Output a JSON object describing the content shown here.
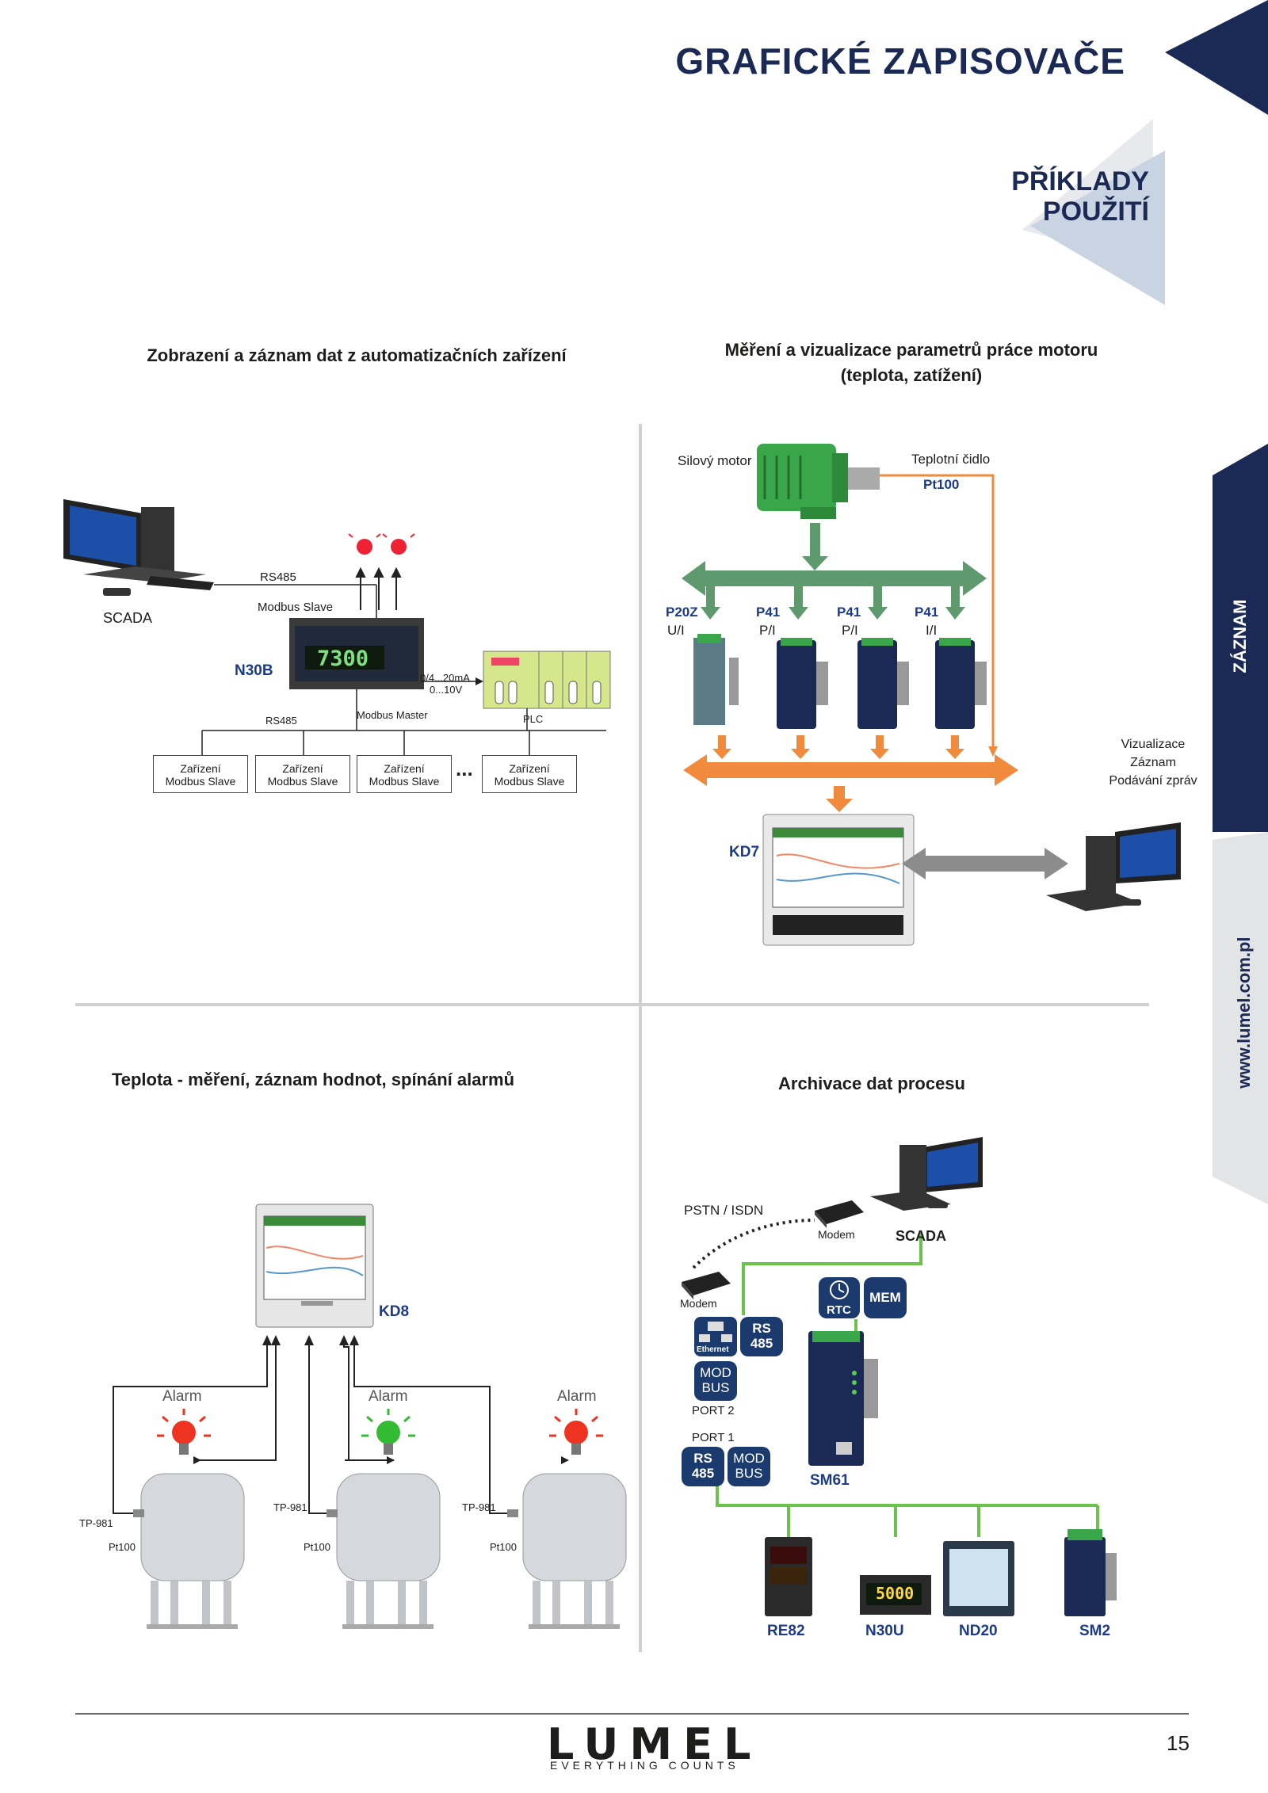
{
  "header": {
    "title": "GRAFICKÉ ZAPISOVAČE",
    "subtitle_line1": "PŘÍKLADY",
    "subtitle_line2": "POUŽITÍ"
  },
  "side": {
    "tab_label": "ZÁZNAM",
    "website": "www.lumel.com.pl"
  },
  "sections": {
    "s1": {
      "title": "Zobrazení a záznam dat z automatizačních zařízení",
      "scada": "SCADA",
      "rs485_top": "RS485",
      "modbus_slave": "Modbus Slave",
      "device": "N30B",
      "display": "7300",
      "analog_out_1": "0/4...20mA",
      "analog_out_2": "0...10V",
      "plc": "PLC",
      "rs485_bottom": "RS485",
      "modbus_master": "Modbus Master",
      "slave_line1": "Zařízení",
      "slave_line2": "Modbus Slave",
      "dots": "..."
    },
    "s2": {
      "title_line1": "Měření a vizualizace parametrů práce motoru",
      "title_line2": "(teplota, zatížení)",
      "motor": "Silový motor",
      "sensor": "Teplotní čidlo",
      "sensor_type": "Pt100",
      "modules": [
        {
          "name": "P20Z",
          "type": "U/I"
        },
        {
          "name": "P41",
          "type": "P/I"
        },
        {
          "name": "P41",
          "type": "P/I"
        },
        {
          "name": "P41",
          "type": "I/I"
        }
      ],
      "right_text": [
        "Vizualizace",
        "Záznam",
        "Podávání zpráv"
      ],
      "recorder": "KD7"
    },
    "s3": {
      "title": "Teplota - měření, záznam hodnot, spínání alarmů",
      "recorder": "KD8",
      "alarm": "Alarm",
      "sensor_code": "TP-981",
      "sensor_type": "Pt100"
    },
    "s4": {
      "title": "Archivace dat procesu",
      "pstn": "PSTN / ISDN",
      "modem_top": "Modem",
      "scada": "SCADA",
      "modem_left": "Modem",
      "rtc": "RTC",
      "mem": "MEM",
      "ethernet": "Ethernet",
      "rs": "RS",
      "n485": "485",
      "mod": "MOD",
      "bus": "BUS",
      "port2": "PORT 2",
      "port1": "PORT 1",
      "sm61": "SM61",
      "devices": [
        "RE82",
        "N30U",
        "ND20",
        "SM2"
      ]
    }
  },
  "footer": {
    "brand": "LUMEL",
    "tagline": "EVERYTHING COUNTS",
    "page": "15"
  },
  "colors": {
    "navy": "#1b2a55",
    "green_bus": "#5f9a6e",
    "orange_bus": "#f08a3c",
    "light_green_wire": "#6cc24a"
  }
}
